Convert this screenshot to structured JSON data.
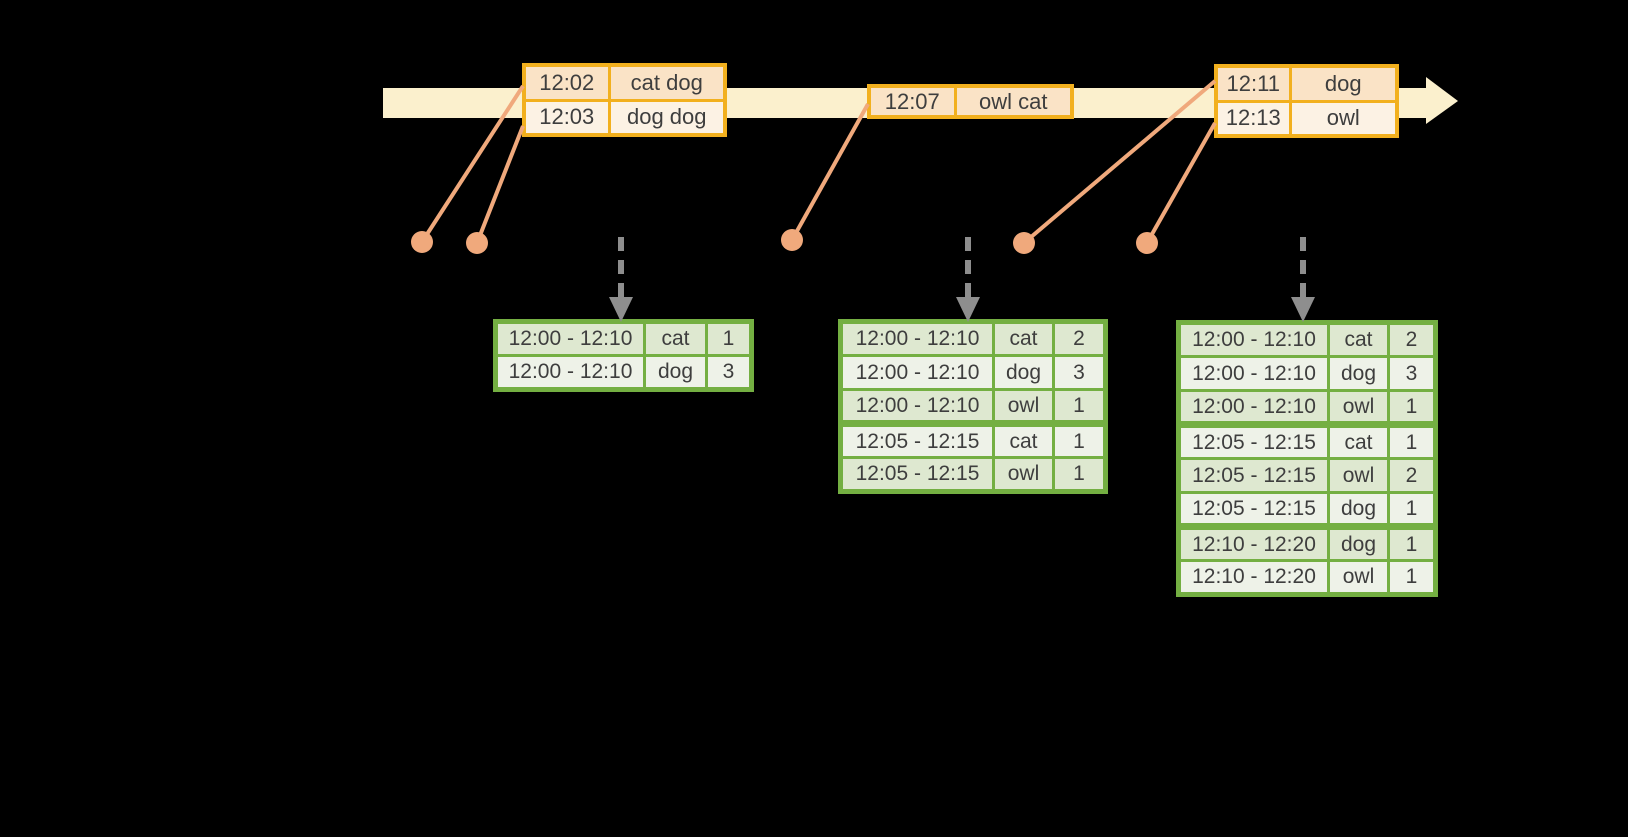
{
  "colors": {
    "background": "#000000",
    "timeline_band": "#FBF0CD",
    "event_table_border": "#F2B01E",
    "event_row_peach": "#FAE3C6",
    "event_row_cream": "#FCF2E4",
    "event_marker": "#F0A97C",
    "trigger_arrow_gray": "#8E8E8E",
    "result_table_border": "#74AF42",
    "result_row_dark": "#DEE8D0",
    "result_row_light": "#EEF2E8",
    "text": "#3E3E3E"
  },
  "event_tables": [
    {
      "rows": [
        {
          "time": "12:02",
          "words": "cat dog"
        },
        {
          "time": "12:03",
          "words": "dog dog"
        }
      ]
    },
    {
      "rows": [
        {
          "time": "12:07",
          "words": "owl cat"
        }
      ]
    },
    {
      "rows": [
        {
          "time": "12:11",
          "words": "dog"
        },
        {
          "time": "12:13",
          "words": "owl"
        }
      ]
    }
  ],
  "result_tables": [
    {
      "rows": [
        {
          "window": "12:00 - 12:10",
          "word": "cat",
          "count": "1"
        },
        {
          "window": "12:00 - 12:10",
          "word": "dog",
          "count": "3"
        }
      ]
    },
    {
      "rows": [
        {
          "window": "12:00 - 12:10",
          "word": "cat",
          "count": "2"
        },
        {
          "window": "12:00 - 12:10",
          "word": "dog",
          "count": "3"
        },
        {
          "window": "12:00 - 12:10",
          "word": "owl",
          "count": "1"
        },
        {
          "window": "12:05 - 12:15",
          "word": "cat",
          "count": "1"
        },
        {
          "window": "12:05 - 12:15",
          "word": "owl",
          "count": "1"
        }
      ]
    },
    {
      "rows": [
        {
          "window": "12:00 - 12:10",
          "word": "cat",
          "count": "2"
        },
        {
          "window": "12:00 - 12:10",
          "word": "dog",
          "count": "3"
        },
        {
          "window": "12:00 - 12:10",
          "word": "owl",
          "count": "1"
        },
        {
          "window": "12:05 - 12:15",
          "word": "cat",
          "count": "1"
        },
        {
          "window": "12:05 - 12:15",
          "word": "owl",
          "count": "2"
        },
        {
          "window": "12:05 - 12:15",
          "word": "dog",
          "count": "1"
        },
        {
          "window": "12:10 - 12:20",
          "word": "dog",
          "count": "1"
        },
        {
          "window": "12:10 - 12:20",
          "word": "owl",
          "count": "1"
        }
      ]
    }
  ]
}
